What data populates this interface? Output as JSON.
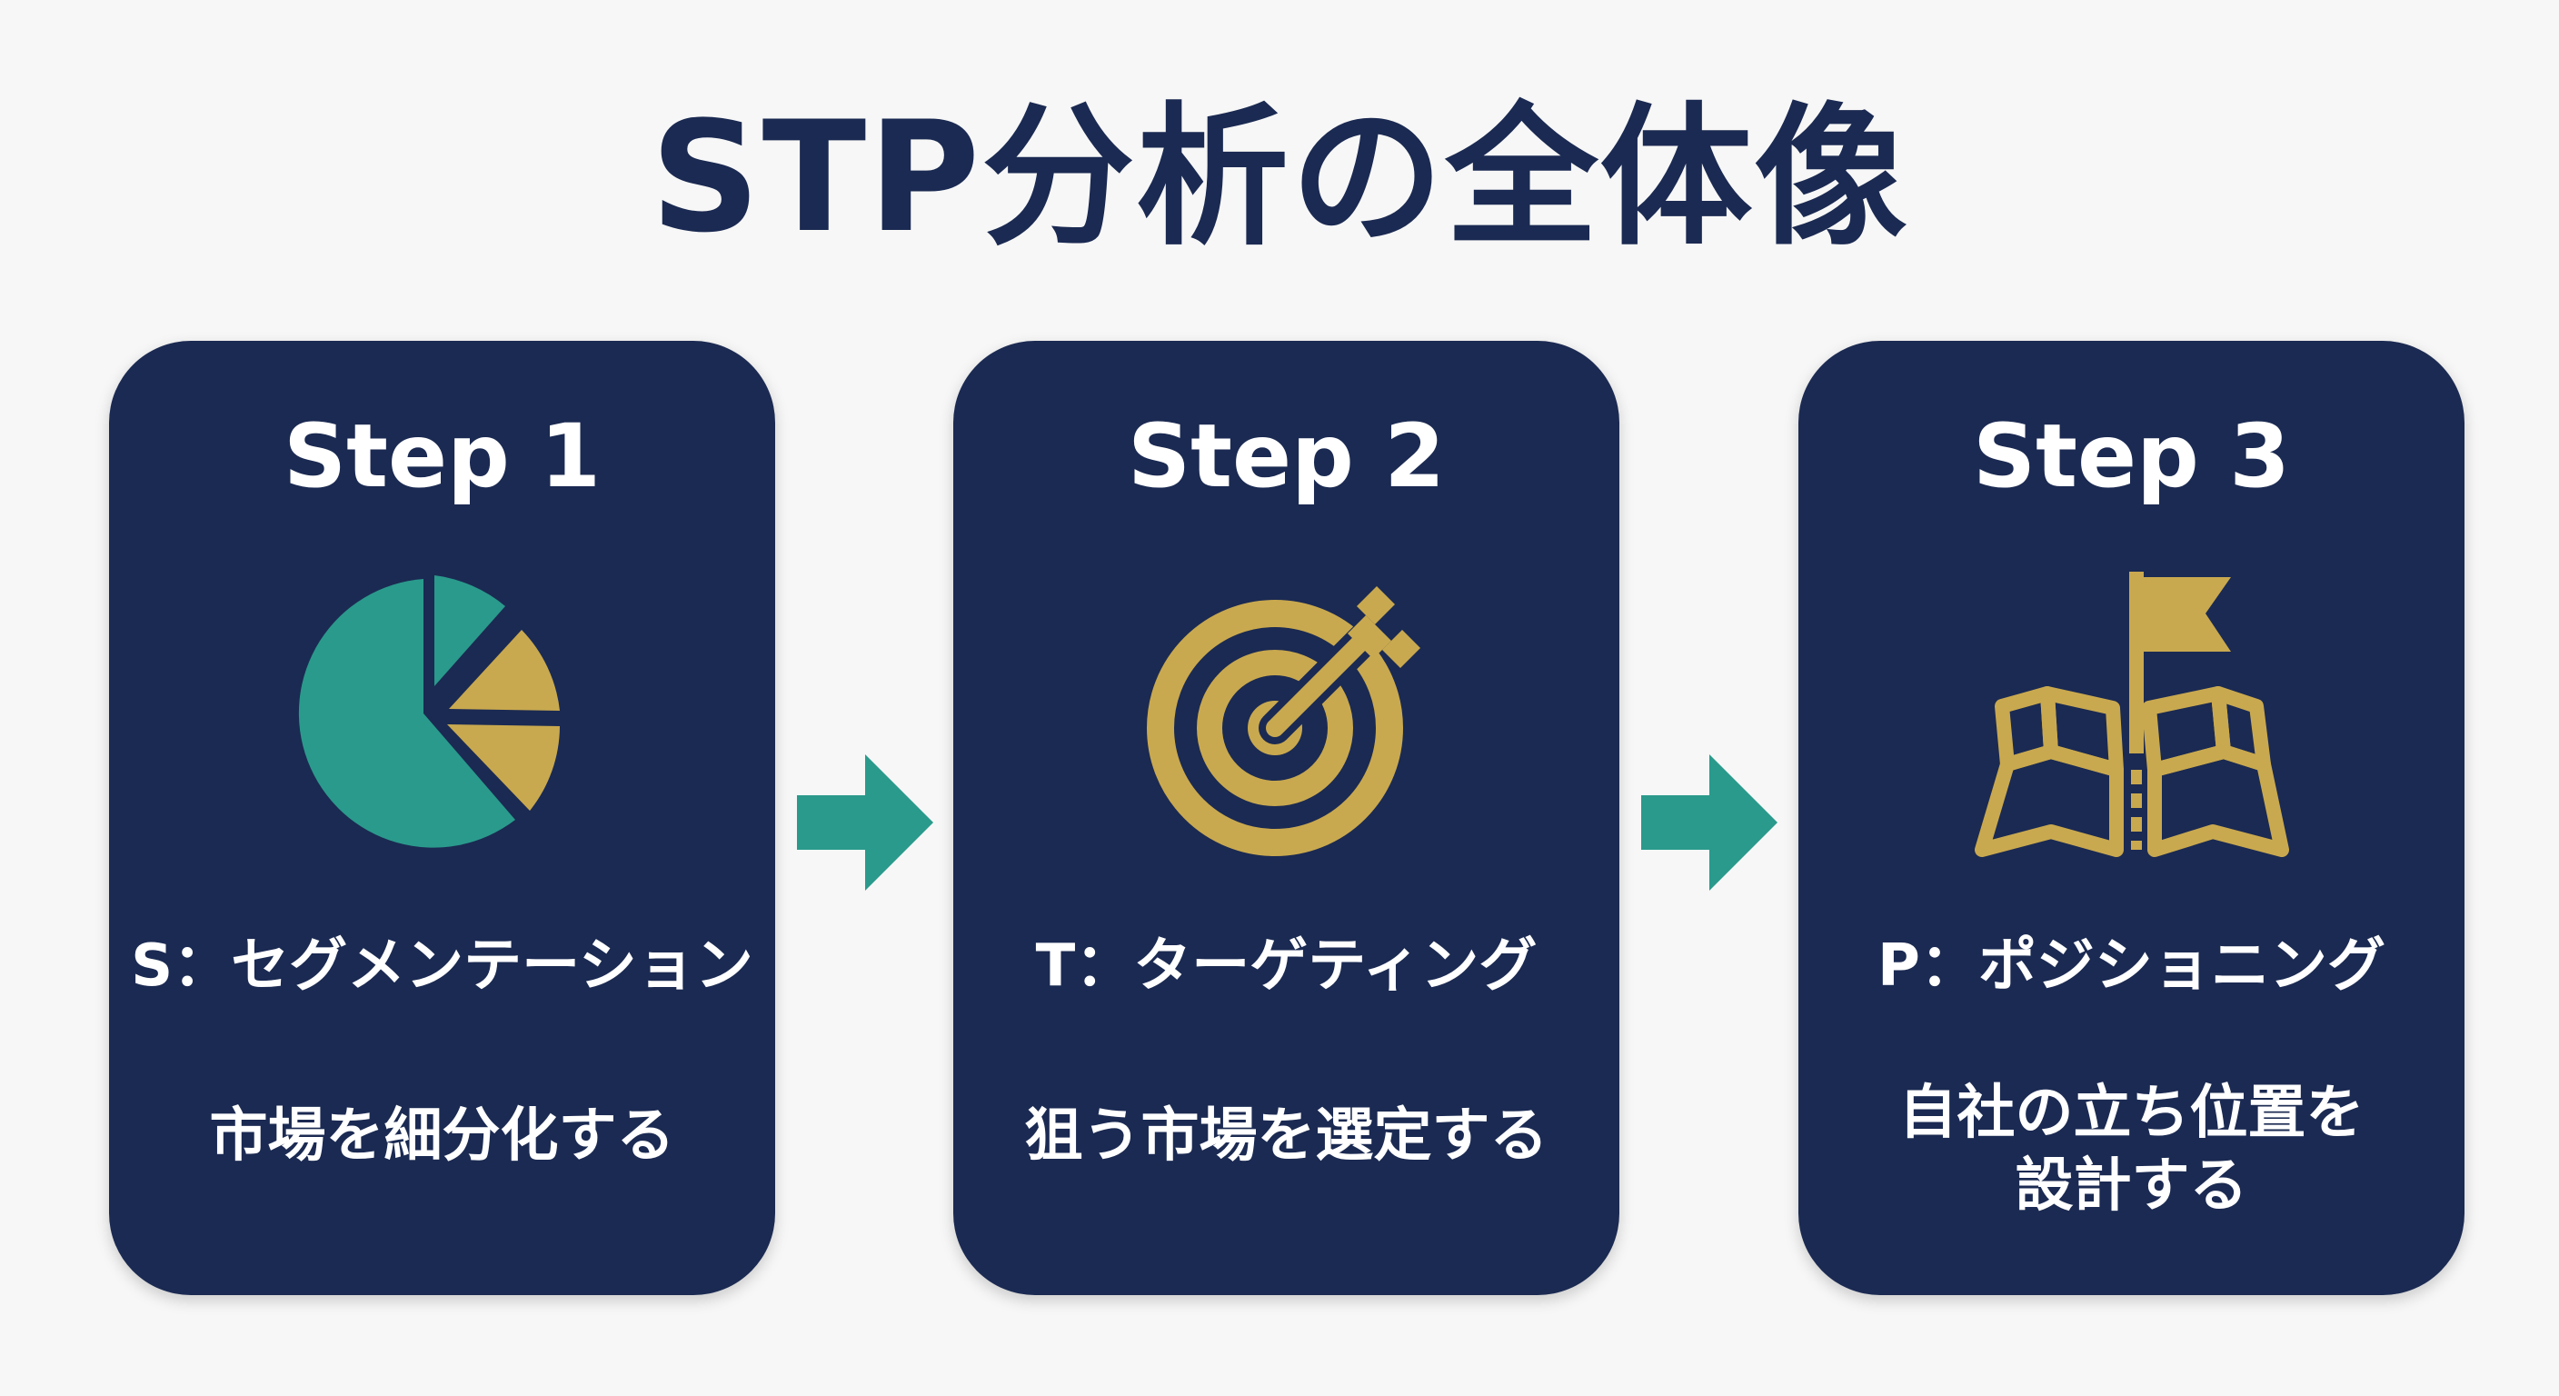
{
  "title": "STP分析の全体像",
  "colors": {
    "navy": "#1b2a52",
    "teal": "#2a9a8c",
    "gold": "#c9a94f",
    "background": "#f7f7f7"
  },
  "steps": [
    {
      "step": "Step 1",
      "icon": "pie-chart-icon",
      "label": "S：セグメンテーション",
      "description": "市場を細分化する"
    },
    {
      "step": "Step 2",
      "icon": "target-arrow-icon",
      "label": "T：ターゲティング",
      "description": "狙う市場を選定する"
    },
    {
      "step": "Step 3",
      "icon": "map-flag-icon",
      "label": "P：ポジショニング",
      "description": "自社の立ち位置を\n設計する"
    }
  ],
  "connectors": [
    "arrow-right-icon",
    "arrow-right-icon"
  ]
}
